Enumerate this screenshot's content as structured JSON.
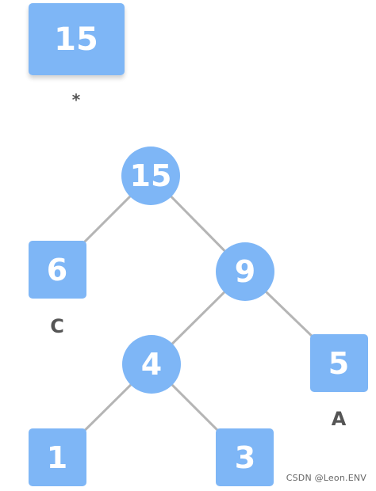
{
  "colors": {
    "node_fill": "#7eb6f6",
    "edge": "#b5b5b5",
    "label": "#555555",
    "background": "#ffffff"
  },
  "legend": {
    "value": "15",
    "marker": "*"
  },
  "tree": {
    "root": "15",
    "left_leaf": "6",
    "right_internal": "9",
    "inner_internal": "4",
    "leaf_a": "5",
    "leaf_one": "1",
    "leaf_three": "3"
  },
  "tags": {
    "c": "C",
    "a": "A"
  },
  "watermark": "CSDN @Leon.ENV"
}
